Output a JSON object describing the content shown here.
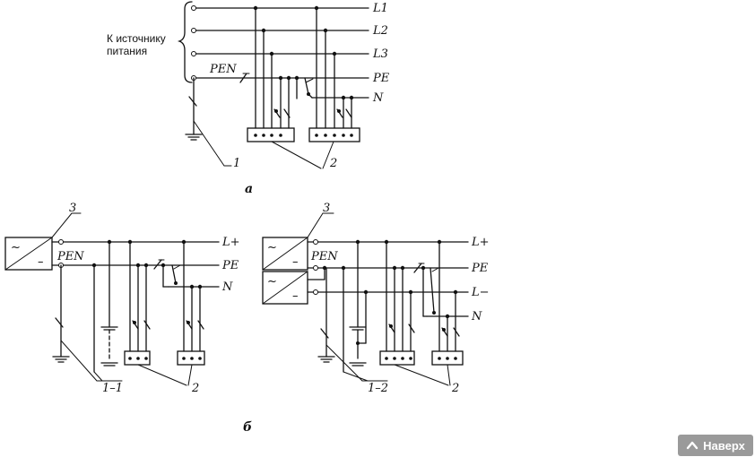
{
  "diagram": {
    "labels": {
      "L1": "L1",
      "L2": "L2",
      "L3": "L3",
      "PE": "PE",
      "N": "N",
      "PEN": "PEN",
      "Lplus": "L+",
      "Lminus": "L−",
      "ac": "~",
      "dc": "–"
    },
    "source_line1": "К источнику",
    "source_line2": "питания",
    "callouts": {
      "c1": "1",
      "c2": "2",
      "c3": "3",
      "c11": "1–1",
      "c12": "1–2"
    },
    "subfig_a": "а",
    "subfig_b": "б"
  },
  "nav": {
    "scroll_top_label": "Наверх",
    "scroll_top_icon": "chevron-up-icon"
  }
}
